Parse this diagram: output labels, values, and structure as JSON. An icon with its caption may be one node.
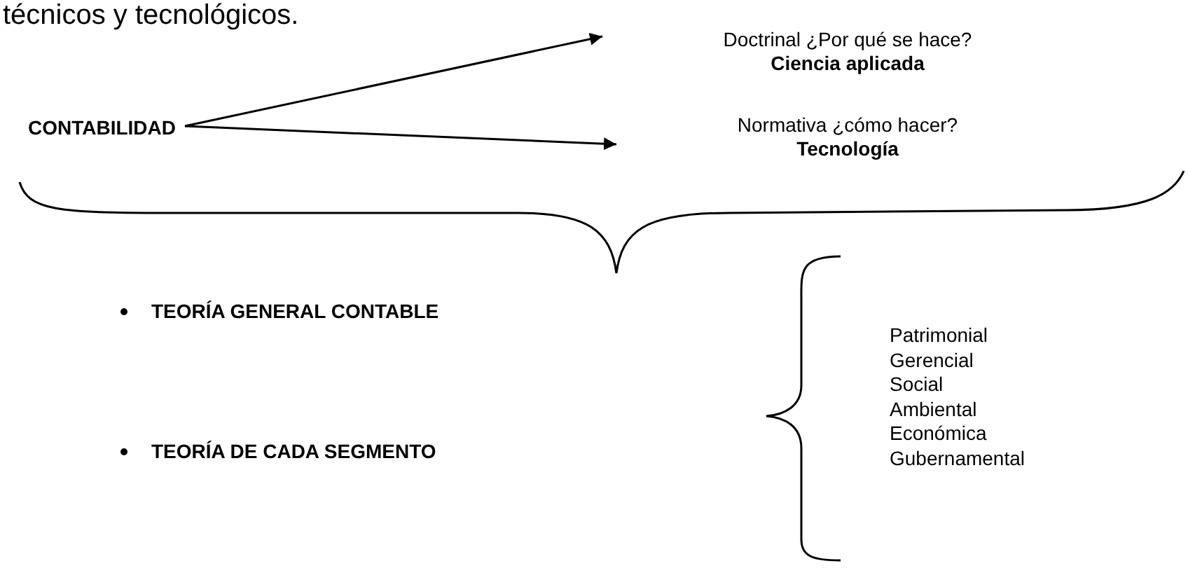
{
  "diagram": {
    "nodes": [
      {
        "text": [
          "CONTABILIDAD"
        ]
      },
      {
        "text": [
          "Doctrinal ¿Por qué se hace?",
          "Ciencia aplicada"
        ]
      },
      {
        "text": [
          "Normativa ¿cómo hacer?",
          "Tecnología"
        ]
      }
    ],
    "edges": [
      {
        "from": 0,
        "to": 1,
        "arrow": "to"
      },
      {
        "from": 0,
        "to": 2,
        "arrow": "to"
      }
    ],
    "labels": [
      "técnicos y tecnológicos.",
      "TEORÍA GENERAL CONTABLE",
      "TEORÍA DE CADA SEGMENTO",
      "Patrimonial",
      "Gerencial",
      "Social",
      "Ambiental",
      "Económica",
      "Gubernamental"
    ]
  }
}
